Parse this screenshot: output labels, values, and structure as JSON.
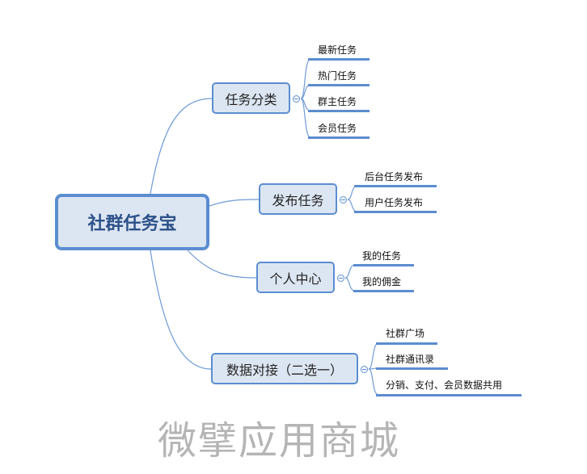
{
  "root": {
    "label": "社群任务宝"
  },
  "branches": [
    {
      "label": "任务分类",
      "children": [
        "最新任务",
        "热门任务",
        "群主任务",
        "会员任务"
      ]
    },
    {
      "label": "发布任务",
      "children": [
        "后台任务发布",
        "用户任务发布"
      ]
    },
    {
      "label": "个人中心",
      "children": [
        "我的任务",
        "我的佣金"
      ]
    },
    {
      "label": "数据对接（二选一）",
      "children": [
        "社群广场",
        "社群通讯录",
        "分销、支付、会员数据共用"
      ]
    }
  ],
  "watermark": "微擘应用商城",
  "colors": {
    "accent": "#5b8dd0",
    "node_fill": "#dce6f2",
    "root_text": "#2d5189"
  }
}
